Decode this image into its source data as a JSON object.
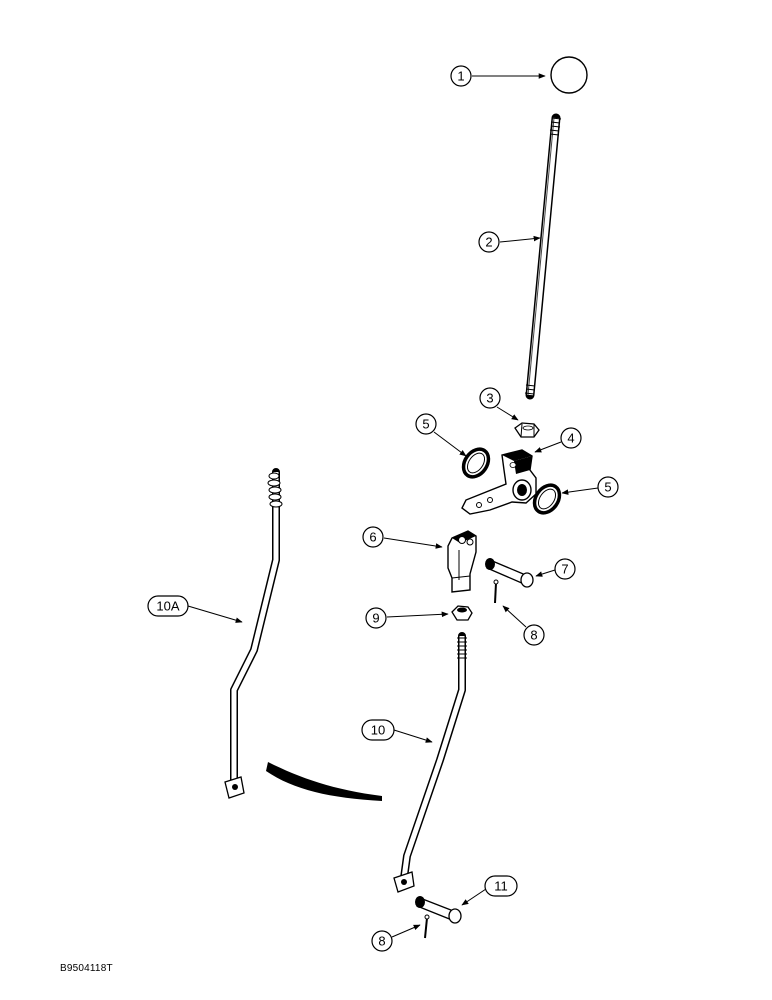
{
  "callouts": {
    "c1": "1",
    "c2": "2",
    "c3": "3",
    "c4": "4",
    "c5a": "5",
    "c5b": "5",
    "c6": "6",
    "c7": "7",
    "c8a": "8",
    "c8b": "8",
    "c9": "9",
    "c10": "10",
    "c10a": "10A",
    "c11": "11"
  },
  "footer": {
    "code": "B9504118T"
  }
}
